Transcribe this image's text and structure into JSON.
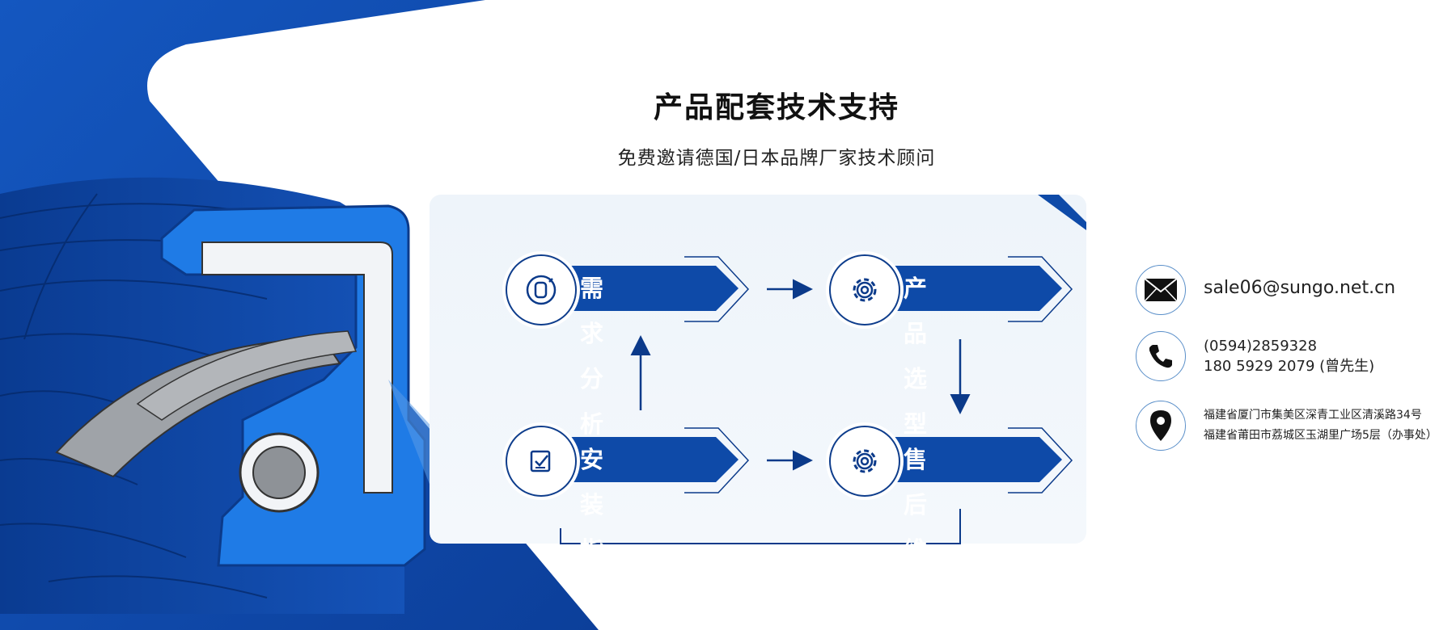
{
  "header": {
    "title": "产品配套技术支持",
    "subtitle": "免费邀请德国/日本品牌厂家技术顾问"
  },
  "process": {
    "steps": [
      {
        "label": "需求分析",
        "icon": "search-analysis-icon"
      },
      {
        "label": "产品选型",
        "icon": "gear-icon"
      },
      {
        "label": "安装指导",
        "icon": "checklist-icon"
      },
      {
        "label": "售后维护",
        "icon": "gear-icon"
      }
    ]
  },
  "contact": {
    "email": "sale06@sungo.net.cn",
    "phone_1": "(0594)2859328",
    "phone_2": "180 5929 2079 (曾先生)",
    "address_1": "福建省厦门市集美区深青工业区清溪路34号",
    "address_2": "福建省莆田市荔城区玉湖里广场5层（办事处）"
  },
  "colors": {
    "brand_blue": "#0e4aa8",
    "dark_blue": "#0b3a8a",
    "seal_blue": "#1f7be6",
    "panel_bg": "#eef4fa"
  }
}
